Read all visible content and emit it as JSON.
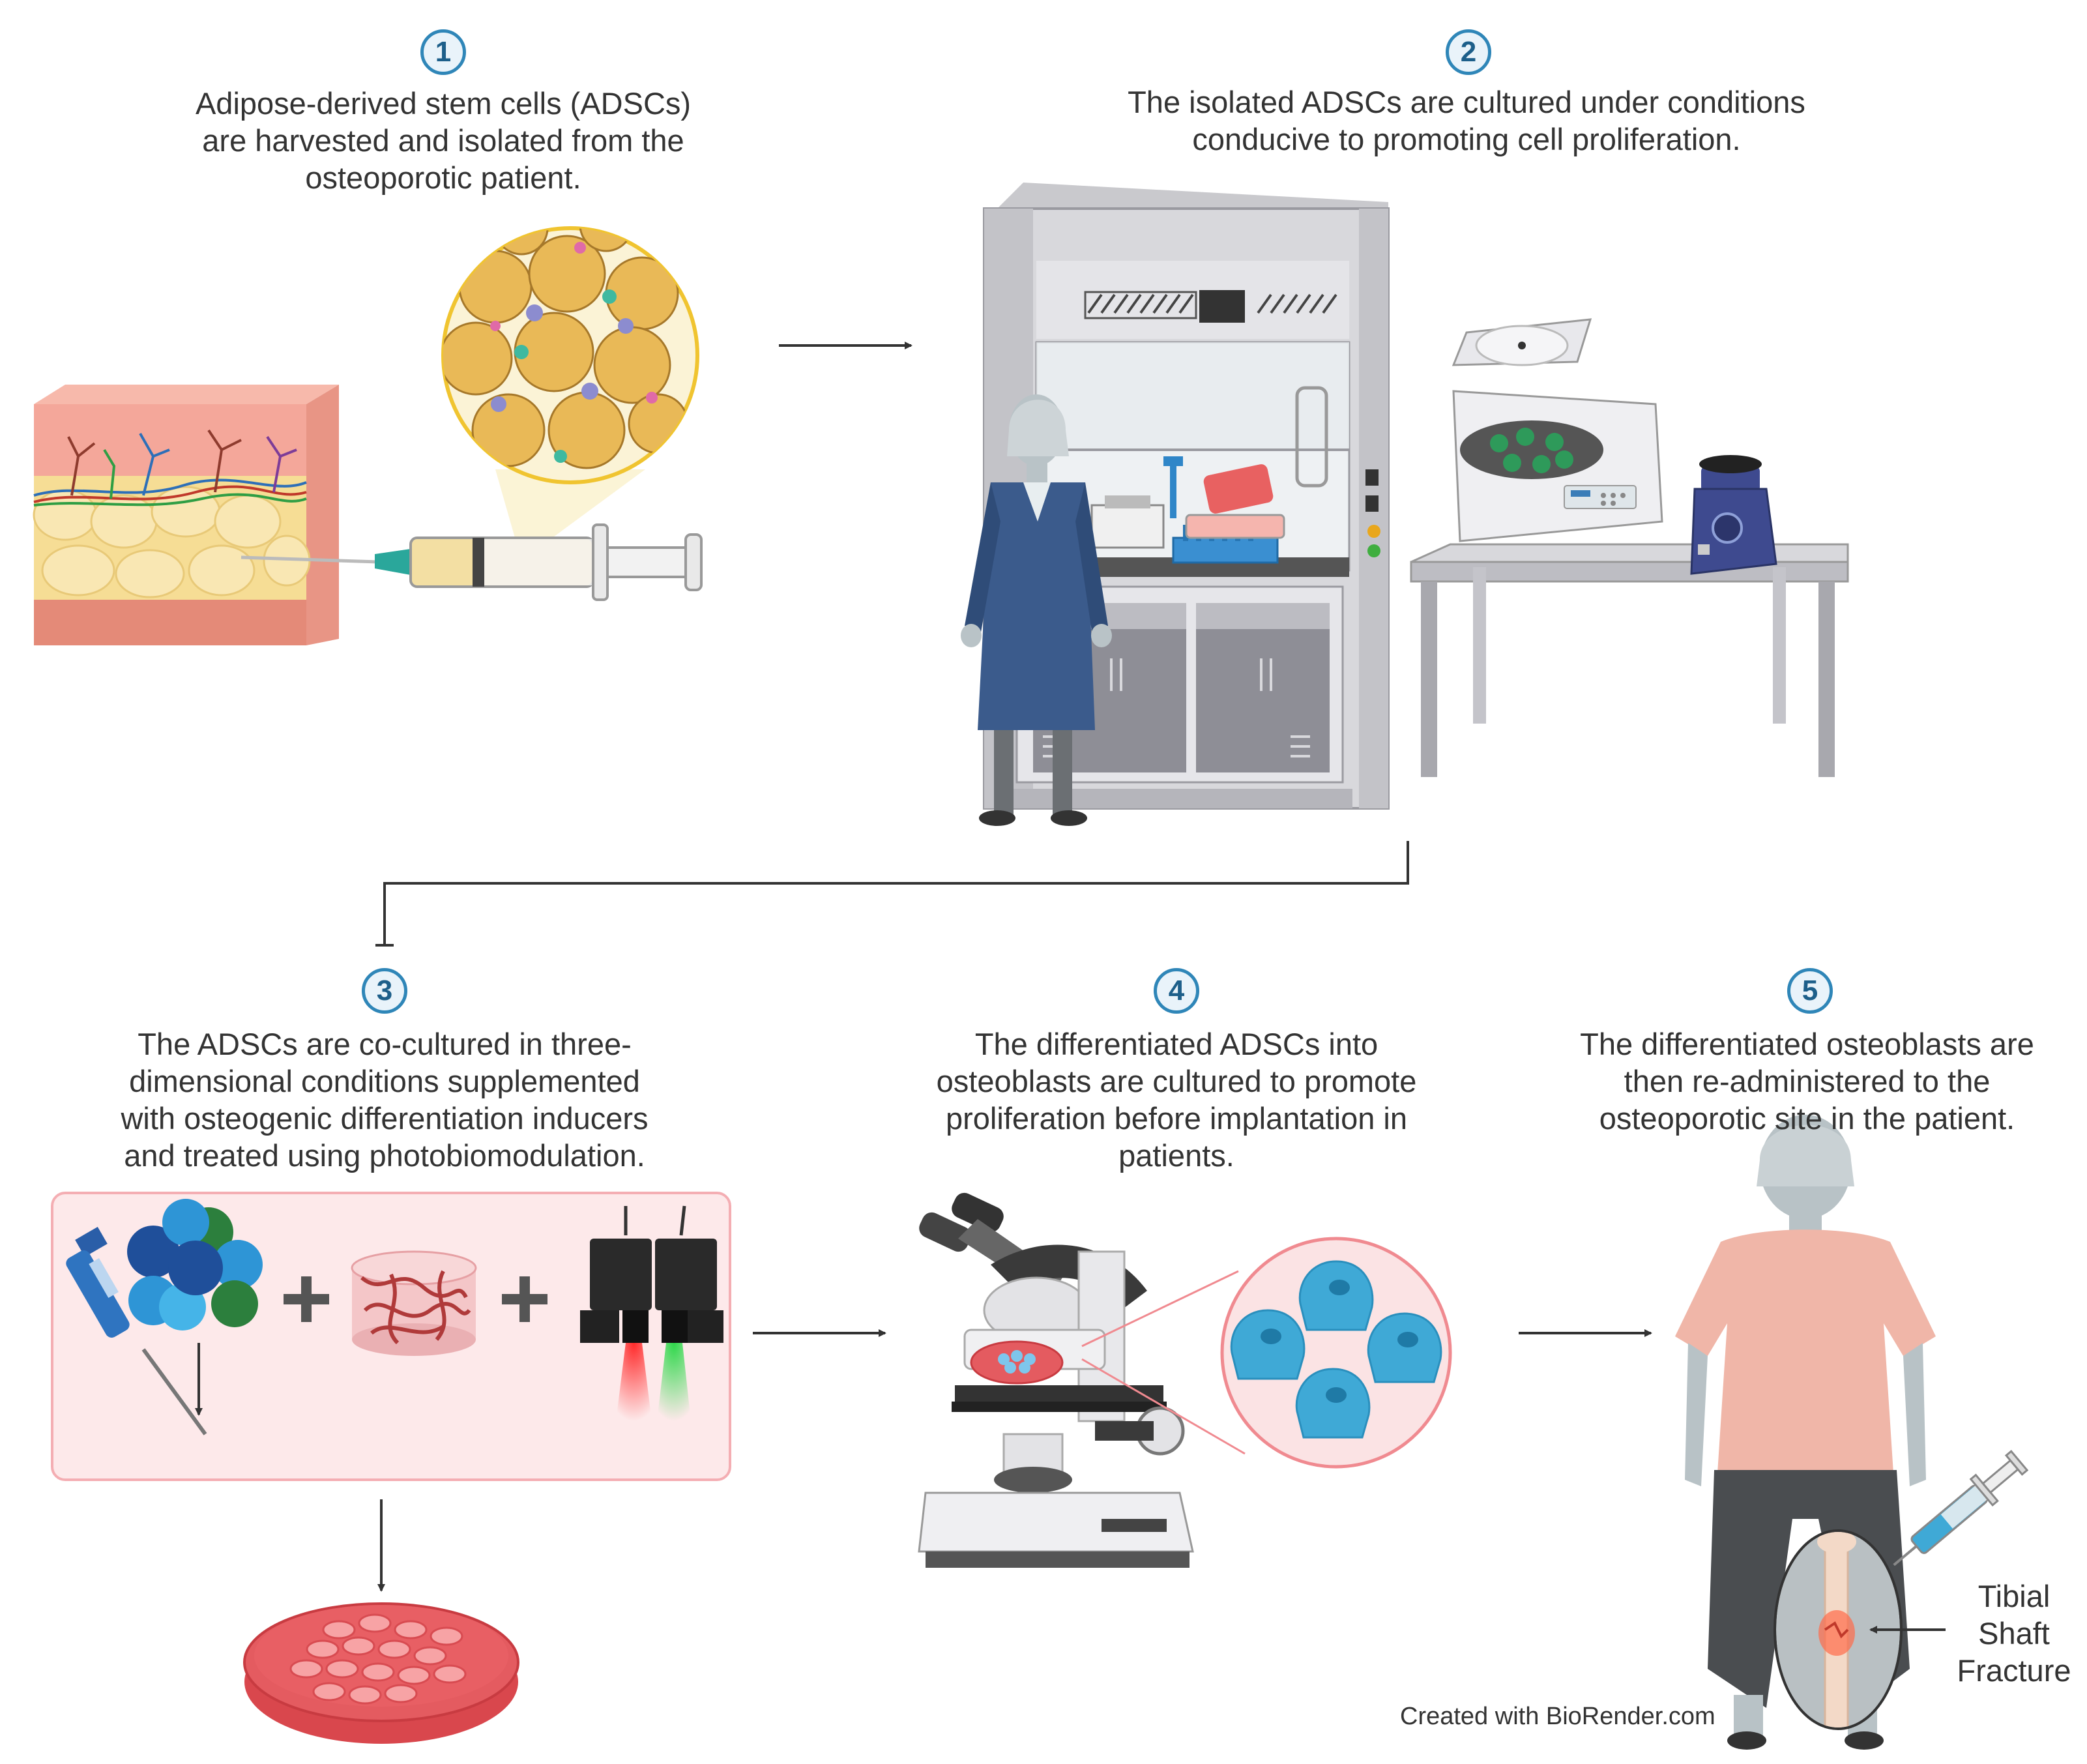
{
  "steps": [
    {
      "number": "1",
      "lines": [
        "Adipose-derived stem cells (ADSCs)",
        "are harvested and isolated from the",
        "osteoporotic patient."
      ]
    },
    {
      "number": "2",
      "lines": [
        "The isolated ADSCs are cultured under conditions",
        "conducive to promoting cell proliferation."
      ]
    },
    {
      "number": "3",
      "lines": [
        "The ADSCs are co-cultured in three-",
        "dimensional conditions supplemented",
        "with osteogenic differentiation inducers",
        "and treated using photobiomodulation."
      ]
    },
    {
      "number": "4",
      "lines": [
        "The differentiated ADSCs into",
        "osteoblasts are cultured to promote",
        "proliferation before implantation in",
        "patients."
      ]
    },
    {
      "number": "5",
      "lines": [
        "The differentiated osteoblasts are",
        "then re-administered to the",
        "osteoporotic site in the patient."
      ]
    }
  ],
  "fracture_label": [
    "Tibial",
    "Shaft",
    "Fracture"
  ],
  "credit": "Created with BioRender.com",
  "colors": {
    "badge_border": "#2f86b8",
    "arrow": "#333333",
    "skin": "#f2a99a",
    "fat": "#f4dfa0",
    "lab_coat": "#3b5b8c",
    "culture_red": "#e25b5b",
    "osteoblast": "#3fa9d6"
  },
  "icons": [
    "skin-tissue-icon",
    "syringe-icon",
    "adipose-cells-icon",
    "fume-hood-icon",
    "scientist-icon",
    "centrifuge-icon",
    "vortex-icon",
    "lab-table-icon",
    "pipette-icon",
    "cell-spheroid-icon",
    "plus-icon",
    "scaffold-icon",
    "laser-icon",
    "petri-dish-icon",
    "microscope-icon",
    "osteoblasts-icon",
    "patient-icon",
    "bone-fracture-icon"
  ]
}
